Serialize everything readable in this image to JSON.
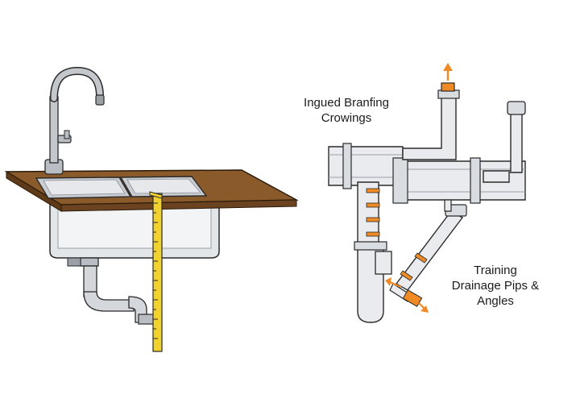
{
  "labels": {
    "top_line1": "Ingued Branfing",
    "top_line2": "Crowings",
    "right_line1": "Training",
    "right_line2": "Drainage Pips &",
    "right_line3": "Angles"
  },
  "colors": {
    "countertop": "#8a5a2b",
    "countertop_edge": "#5e3a18",
    "steel": "#c9cdd2",
    "steel_dark": "#7d838a",
    "pipe": "#e9ebee",
    "pipe_outline": "#2a2a2a",
    "tape": "#f2d22e",
    "orange": "#f08a24"
  },
  "icons": [
    "faucet-icon",
    "measuring-tape-icon",
    "arrow-up-icon",
    "arrow-diagonal-icon"
  ]
}
